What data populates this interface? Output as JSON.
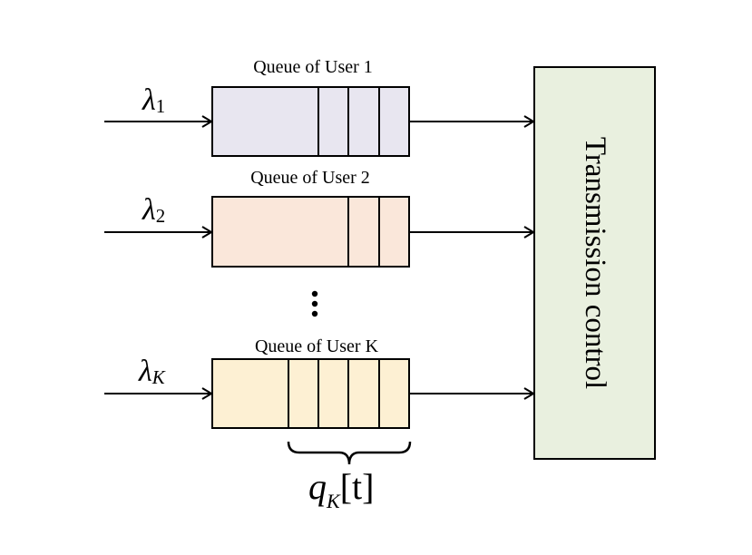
{
  "queues": [
    {
      "label": "Queue of User 1",
      "rate_symbol": "λ",
      "rate_subscript": "1",
      "fill": "#e8e6f0",
      "packets": 3
    },
    {
      "label": "Queue of User 2",
      "rate_symbol": "λ",
      "rate_subscript": "2",
      "fill": "#fae7da",
      "packets": 2
    },
    {
      "label": "Queue of User K",
      "rate_symbol": "λ",
      "rate_subscript": "K",
      "fill": "#fdf0d3",
      "packets": 4
    }
  ],
  "ellipsis": "⋮",
  "controller": {
    "label": "Transmission control",
    "fill": "#e9f0df"
  },
  "queue_length": {
    "symbol": "q",
    "subscript": "K",
    "argument": "[t]"
  }
}
